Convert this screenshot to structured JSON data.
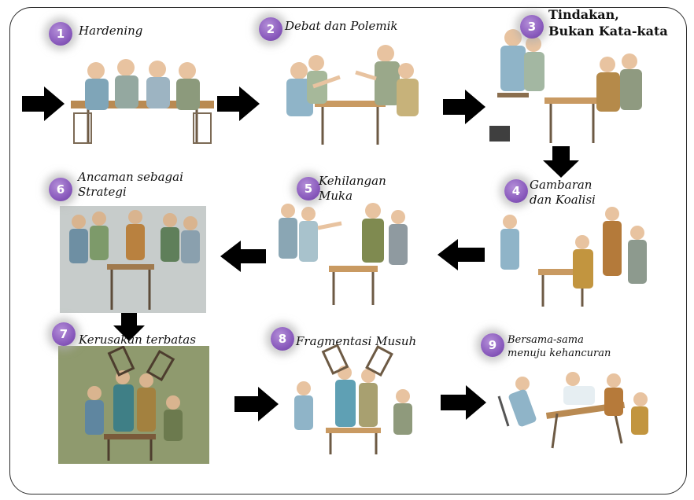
{
  "steps": [
    {
      "num": "1",
      "lines": [
        "Hardening"
      ]
    },
    {
      "num": "2",
      "lines": [
        "Debat dan Polemik"
      ]
    },
    {
      "num": "3",
      "lines": [
        "Tindakan,",
        "Bukan Kata-kata"
      ]
    },
    {
      "num": "4",
      "lines": [
        "Gambaran",
        "dan Koalisi"
      ]
    },
    {
      "num": "5",
      "lines": [
        "Kehilangan",
        "Muka"
      ]
    },
    {
      "num": "6",
      "lines": [
        "Ancaman sebagai",
        "Strategi"
      ]
    },
    {
      "num": "7",
      "lines": [
        "Kerusakan terbatas"
      ]
    },
    {
      "num": "8",
      "lines": [
        "Fragmentasi Musuh"
      ]
    },
    {
      "num": "9",
      "lines": [
        "Bersama-sama",
        "menuju kehancuran"
      ]
    }
  ],
  "colors": {
    "badge": "#8a5bbd",
    "arrow": "#000000",
    "frame": "#2b2b2b"
  },
  "icons": {
    "arrow": "arrow-right-icon",
    "arrow_left": "arrow-left-icon",
    "arrow_down": "arrow-down-icon"
  }
}
